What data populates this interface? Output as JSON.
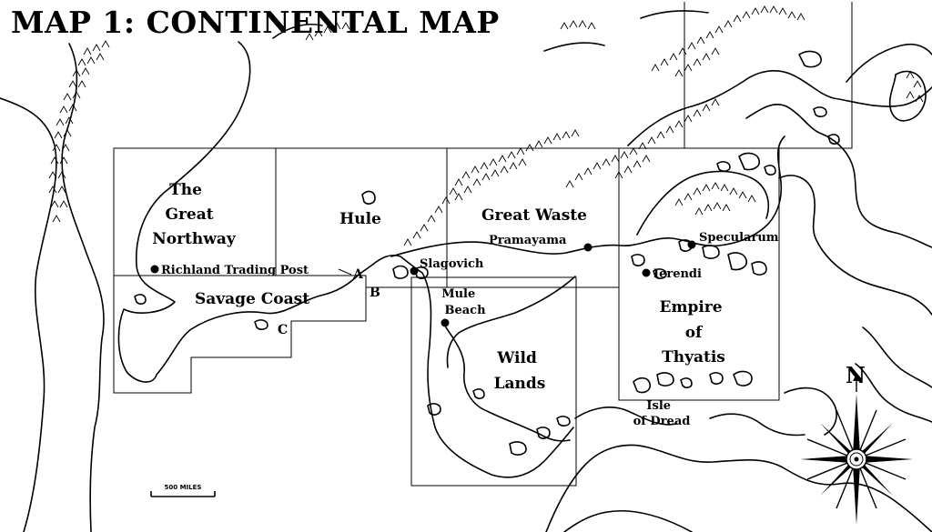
{
  "title": "MAP 1: CONTINENTAL MAP",
  "regions": {
    "great_northway": [
      "The",
      "Great",
      "Northway"
    ],
    "hule": "Hule",
    "great_waste": "Great Waste",
    "savage_coast": "Savage Coast",
    "wild_lands": [
      "Wild",
      "Lands"
    ],
    "empire_of_thyatis": [
      "Empire",
      "of",
      "Thyatis"
    ]
  },
  "places": {
    "richland_trading_post": "Richland Trading Post",
    "slagovich": "Slagovich",
    "pramayama": "Pramayama",
    "specularum": "Specularum",
    "ierendi": "Ierendi",
    "mule_beach": [
      "Mule",
      "Beach"
    ],
    "isle_of_dread": [
      "Isle",
      "of Dread"
    ]
  },
  "markers": {
    "a": "A",
    "b": "B",
    "c": "C"
  },
  "scale": "500 MILES",
  "compass": "N"
}
